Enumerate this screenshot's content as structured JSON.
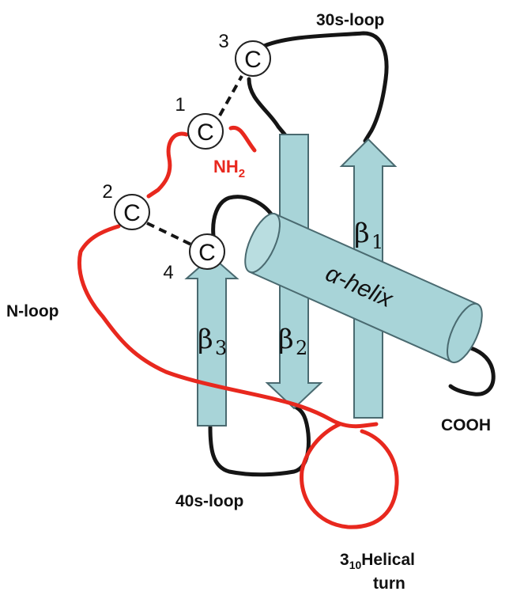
{
  "labels": {
    "loop30s": "30s-loop",
    "nloop": "N-loop",
    "loop40s": "40s-loop",
    "cooh": "COOH",
    "nh": "NH",
    "nh_sub": "2",
    "helical_sub": "3",
    "helical_subsub": "10",
    "helical_main": "Helical",
    "turn": "turn",
    "helix": "α-helix"
  },
  "cysteines": [
    {
      "number": "1",
      "letter": "C"
    },
    {
      "number": "2",
      "letter": "C"
    },
    {
      "number": "3",
      "letter": "C"
    },
    {
      "number": "4",
      "letter": "C"
    }
  ],
  "strands": [
    {
      "symbol": "β",
      "sub": "1"
    },
    {
      "symbol": "β",
      "sub": "2"
    },
    {
      "symbol": "β",
      "sub": "3"
    }
  ],
  "colors": {
    "strand_fill": "#a8d4d8",
    "strand_stroke": "#4a6a70",
    "loop_black": "#151515",
    "loop_red": "#e8281e",
    "cys_fill": "#ffffff",
    "cys_stroke": "#222222"
  }
}
